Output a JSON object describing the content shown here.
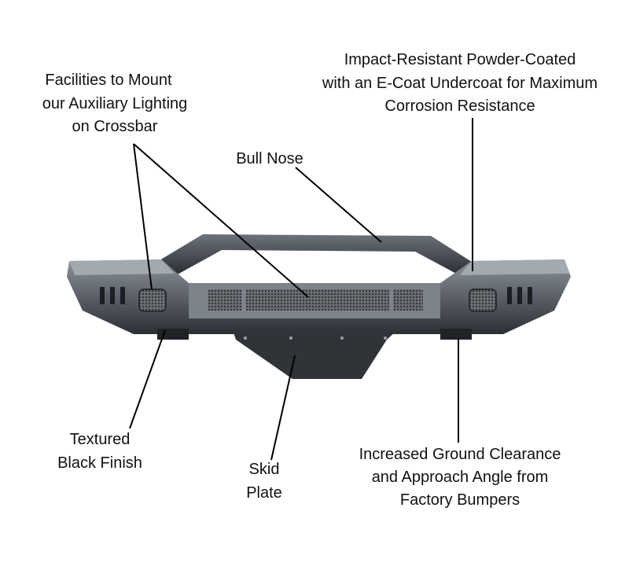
{
  "labels": {
    "lighting": [
      "Facilities to Mount",
      "our Auxiliary Lighting",
      "on Crossbar"
    ],
    "coating": [
      "Impact-Resistant Powder-Coated",
      "with an E-Coat Undercoat for Maximum",
      "Corrosion Resistance"
    ],
    "bull_nose": [
      "Bull Nose"
    ],
    "finish": [
      "Textured",
      "Black Finish"
    ],
    "skid": [
      "Skid",
      "Plate"
    ],
    "clearance": [
      "Increased Ground Clearance",
      "and Approach Angle from",
      "Factory Bumpers"
    ]
  },
  "colors": {
    "bumper_dark": "#2a2d33",
    "bumper_mid": "#4d525b",
    "bumper_light": "#9aa0a8",
    "mesh": "#5a5d62"
  }
}
